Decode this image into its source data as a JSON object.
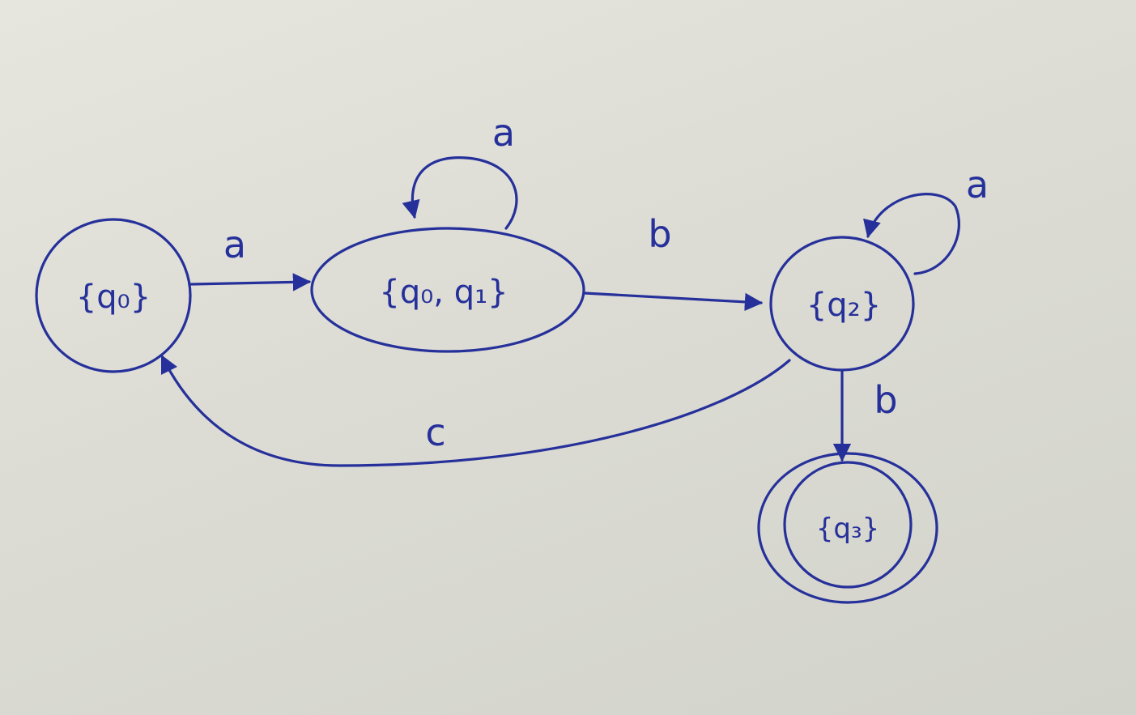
{
  "states": [
    {
      "id": "q0",
      "label": "{q₀}",
      "start": false,
      "accepting": false
    },
    {
      "id": "q0q1",
      "label": "{q₀, q₁}",
      "start": false,
      "accepting": false
    },
    {
      "id": "q2",
      "label": "{q₂}",
      "start": false,
      "accepting": false
    },
    {
      "id": "q3",
      "label": "{q₃}",
      "start": false,
      "accepting": true
    }
  ],
  "transitions": [
    {
      "id": "t-q0-q0q1",
      "from": "q0",
      "to": "q0q1",
      "label": "a"
    },
    {
      "id": "t-q0q1-self",
      "from": "q0q1",
      "to": "q0q1",
      "label": "a"
    },
    {
      "id": "t-q0q1-q2",
      "from": "q0q1",
      "to": "q2",
      "label": "b"
    },
    {
      "id": "t-q2-self",
      "from": "q2",
      "to": "q2",
      "label": "a"
    },
    {
      "id": "t-q2-q3",
      "from": "q2",
      "to": "q3",
      "label": "b"
    },
    {
      "id": "t-q2-q0",
      "from": "q2",
      "to": "q0",
      "label": "c"
    }
  ],
  "colors": {
    "ink": "#26309a",
    "paper": "#dcdcd4"
  }
}
